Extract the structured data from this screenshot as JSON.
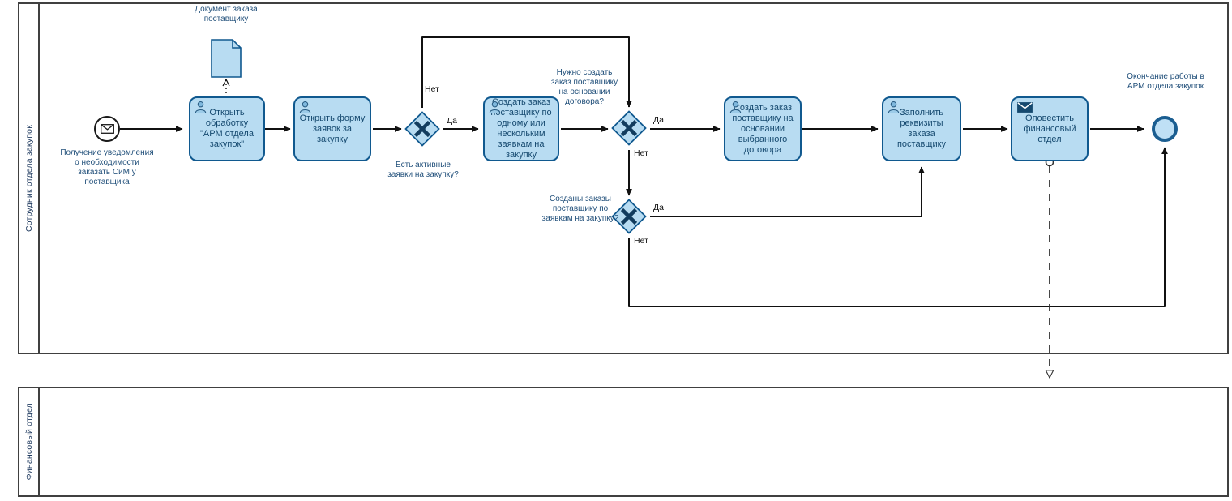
{
  "diagram": {
    "type": "bpmn-process-diagram",
    "language": "ru",
    "colors": {
      "task_fill": "#b8dcf2",
      "task_stroke": "#10598f",
      "gateway_fill": "#b8dcf2",
      "gateway_stroke": "#10598f",
      "gateway_symbol": "#123c5e",
      "end_event_stroke": "#1b5e91",
      "end_event_fill": "#bfe0f5",
      "start_event_stroke": "#1a1a1a",
      "flow_stroke": "#111111",
      "label_text": "#1f4e79",
      "pool_stroke": "#404040"
    }
  },
  "pools": [
    {
      "id": "lane-procurement",
      "label": "Сотрудник отдела закупок"
    },
    {
      "id": "lane-finance",
      "label": "Финансовый отдел"
    }
  ],
  "events": {
    "start": {
      "id": "start-event",
      "icon": "envelope-icon",
      "label": "Получение уведомления о необходимости заказать СиМ у поставщика"
    },
    "end": {
      "id": "end-event",
      "label": "Окончание работы в АРМ отдела закупок"
    }
  },
  "tasks": [
    {
      "id": "task-open-arm",
      "icon": "user-task-icon",
      "label": "Открыть обработку \"АРМ отдела закупок\""
    },
    {
      "id": "task-open-form",
      "icon": "user-task-icon",
      "label": "Открыть форму заявок за закупку"
    },
    {
      "id": "task-create-order",
      "icon": "user-task-icon",
      "label": "Создать заказ поставщику по одному или нескольким заявкам на закупку"
    },
    {
      "id": "task-create-contract",
      "icon": "user-task-icon",
      "label": "Создать заказ поставщику на основании выбранного договора"
    },
    {
      "id": "task-fill-details",
      "icon": "user-task-icon",
      "label": "Заполнить реквизиты заказа поставщику"
    },
    {
      "id": "task-notify-finance",
      "icon": "envelope-task-icon",
      "label": "Оповестить финансовый отдел"
    }
  ],
  "gateways": [
    {
      "id": "gw-active-requests",
      "symbol": "X",
      "label": "Есть активные заявки на закупку?"
    },
    {
      "id": "gw-contract-based",
      "symbol": "X",
      "label": "Нужно создать заказ поставщику на основании договора?"
    },
    {
      "id": "gw-orders-created",
      "symbol": "X",
      "label": "Созданы заказы поставщику по заявкам на закупку?"
    }
  ],
  "data_objects": [
    {
      "id": "data-order-document",
      "label": "Документ заказа поставщику"
    }
  ],
  "flow_labels": {
    "gw1_no": "Нет",
    "gw1_yes": "Да",
    "gw2_yes": "Да",
    "gw2_no": "Нет",
    "gw3_yes": "Да",
    "gw3_no": "Нет"
  }
}
